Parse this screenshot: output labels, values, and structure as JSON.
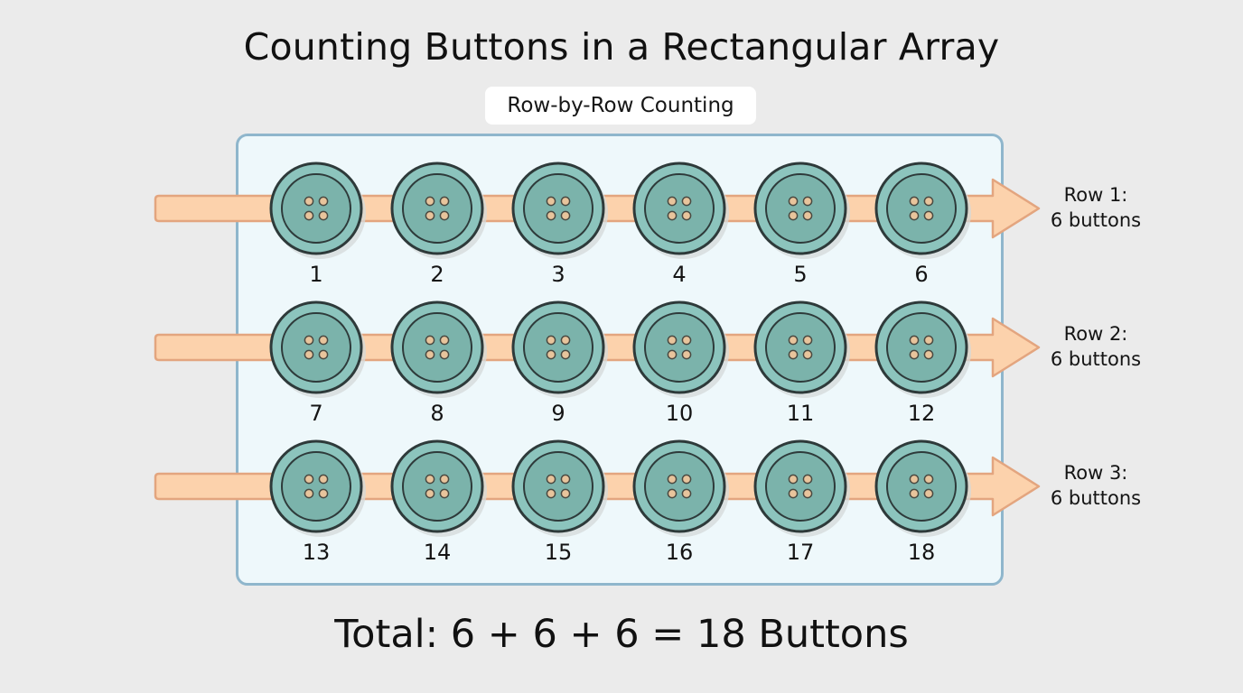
{
  "title": "Counting Buttons in a Rectangular Array",
  "subtitle": "Row-by-Row Counting",
  "colors": {
    "background": "#ebebeb",
    "panel_fill": "#eef8fb",
    "panel_border": "#8fb6cc",
    "arrow_fill": "#fcd2ac",
    "arrow_stroke": "#e3a57f",
    "button_outer": "#8cc4bd",
    "button_inner": "#7bb3ab",
    "button_outline": "#2e3a3a",
    "button_hole": "#e8c49c"
  },
  "rows": [
    {
      "label_line1": "Row 1:",
      "label_line2": "6 buttons",
      "numbers": [
        "1",
        "2",
        "3",
        "4",
        "5",
        "6"
      ]
    },
    {
      "label_line1": "Row 2:",
      "label_line2": "6 buttons",
      "numbers": [
        "7",
        "8",
        "9",
        "10",
        "11",
        "12"
      ]
    },
    {
      "label_line1": "Row 3:",
      "label_line2": "6 buttons",
      "numbers": [
        "13",
        "14",
        "15",
        "16",
        "17",
        "18"
      ]
    }
  ],
  "total": "Total: 6 + 6 + 6 = 18 Buttons"
}
